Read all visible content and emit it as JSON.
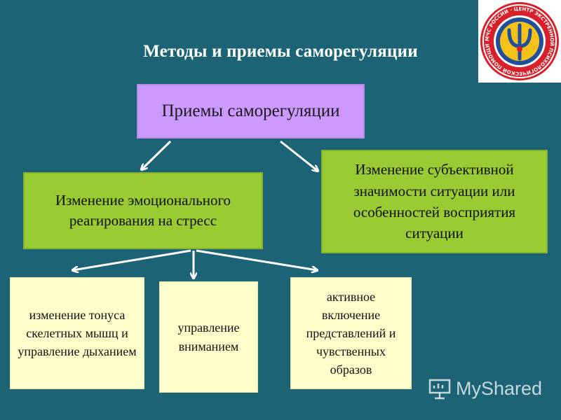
{
  "title": "Методы и приемы саморегуляции",
  "root": {
    "label": "Приемы саморегуляции"
  },
  "branches": [
    {
      "label": "Изменение эмоционального реагирования на стресс"
    },
    {
      "label": "Изменение субъективной значимости ситуации или особенностей восприятия ситуации"
    }
  ],
  "leaves": [
    {
      "label": "изменение тонуса скелетных мышц и управление дыханием"
    },
    {
      "label": "управление вниманием"
    },
    {
      "label": "активное включение представлений и чувственных образов"
    }
  ],
  "logo": {
    "icon": "psi-emblem-icon",
    "ring_text": "МЧС РОССИИ · ЦЕНТР ЭКСТРЕННОЙ ПСИХОЛОГИЧЕСКОЙ ПОМОЩИ"
  },
  "watermark": {
    "text": "MyShared",
    "icon": "presentation-board-icon"
  },
  "colors": {
    "background": "#1c6376",
    "root_box": "#cc99ff",
    "branch_box": "#99cc33",
    "leaf_box": "#ffffcc",
    "arrow": "#ffffff"
  }
}
